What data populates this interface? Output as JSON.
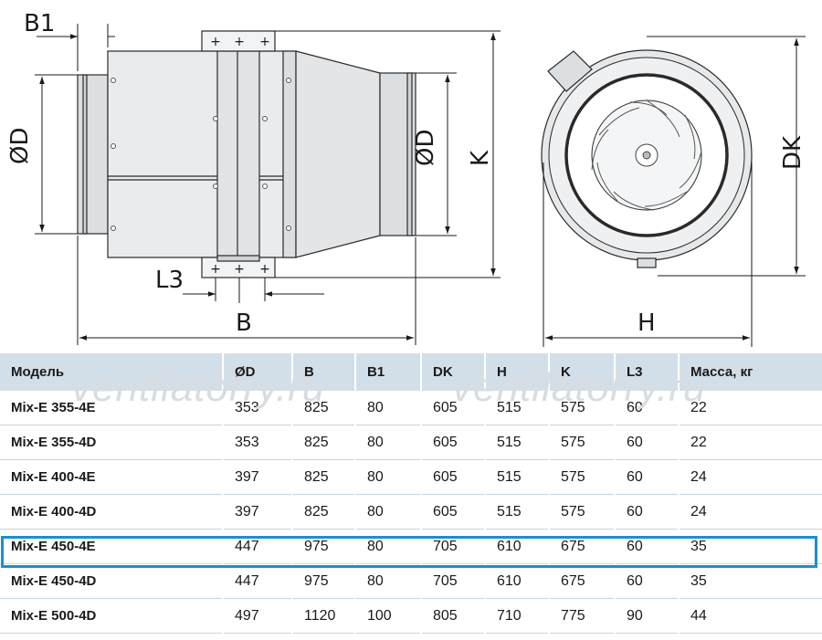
{
  "labels": {
    "b1": "B1",
    "d_left": "ØD",
    "d_right": "ØD",
    "k": "K",
    "l3": "L3",
    "b": "B",
    "dk": "DK",
    "h": "H"
  },
  "watermark": "ventilatorry.ru",
  "table": {
    "headers": [
      "Модель",
      "ØD",
      "B",
      "B1",
      "DK",
      "H",
      "K",
      "L3",
      "Масса, кг"
    ],
    "rows": [
      [
        "Mix-E 355-4E",
        "353",
        "825",
        "80",
        "605",
        "515",
        "575",
        "60",
        "22"
      ],
      [
        "Mix-E 355-4D",
        "353",
        "825",
        "80",
        "605",
        "515",
        "575",
        "60",
        "22"
      ],
      [
        "Mix-E 400-4E",
        "397",
        "825",
        "80",
        "605",
        "515",
        "575",
        "60",
        "24"
      ],
      [
        "Mix-E 400-4D",
        "397",
        "825",
        "80",
        "605",
        "515",
        "575",
        "60",
        "24"
      ],
      [
        "Mix-E 450-4E",
        "447",
        "975",
        "80",
        "705",
        "610",
        "675",
        "60",
        "35"
      ],
      [
        "Mix-E 450-4D",
        "447",
        "975",
        "80",
        "705",
        "610",
        "675",
        "60",
        "35"
      ],
      [
        "Mix-E 500-4D",
        "497",
        "1120",
        "100",
        "805",
        "710",
        "775",
        "90",
        "44"
      ]
    ]
  },
  "highlight": {
    "model": "Mix-E 450-4E",
    "color": "#1b8ed6"
  },
  "colors": {
    "header_bg": "#d3dfe8",
    "row_border": "#c9d6e0",
    "line": "#2a2a2a",
    "shade": "#e4e6e8"
  }
}
